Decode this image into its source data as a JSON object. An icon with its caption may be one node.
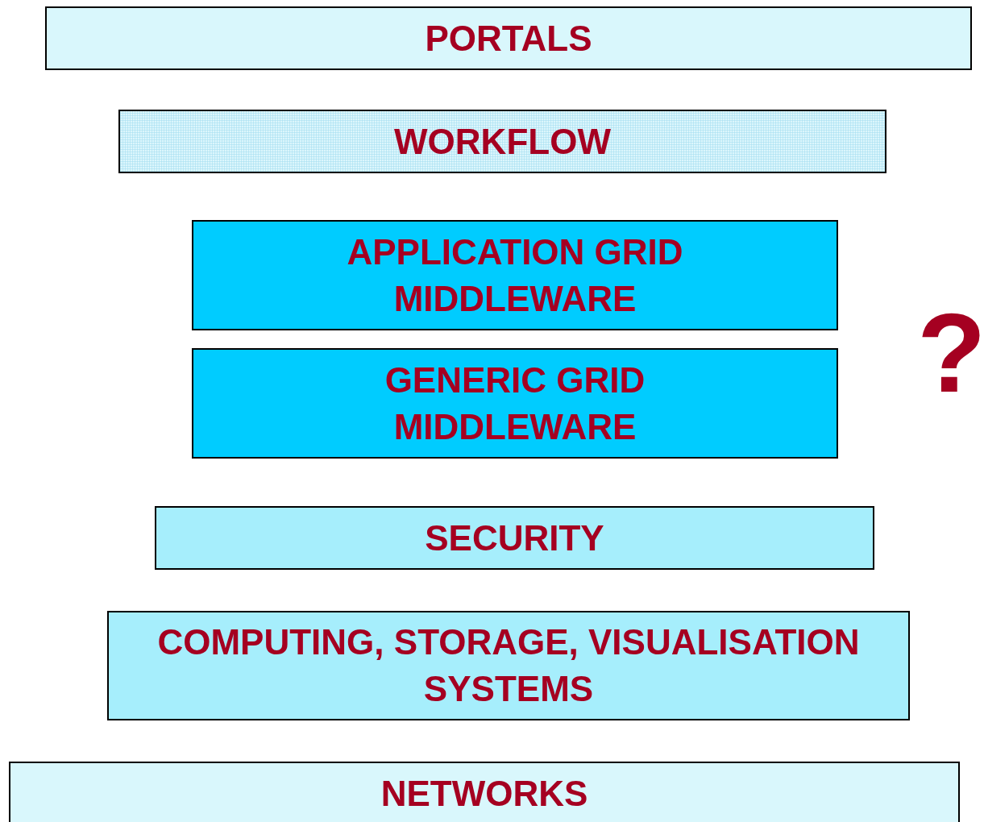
{
  "diagram": {
    "nodes": [
      {
        "text": [
          "PORTALS"
        ]
      },
      {
        "text": [
          "WORKFLOW"
        ]
      },
      {
        "text": [
          "APPLICATION GRID MIDDLEWARE"
        ]
      },
      {
        "text": [
          "GENERIC GRID MIDDLEWARE"
        ]
      },
      {
        "text": [
          "SECURITY"
        ]
      },
      {
        "text": [
          "COMPUTING, STORAGE, VISUALISATION SYSTEMS"
        ]
      },
      {
        "text": [
          "NETWORKS"
        ]
      }
    ],
    "edges": [],
    "labels": [
      "?"
    ]
  }
}
